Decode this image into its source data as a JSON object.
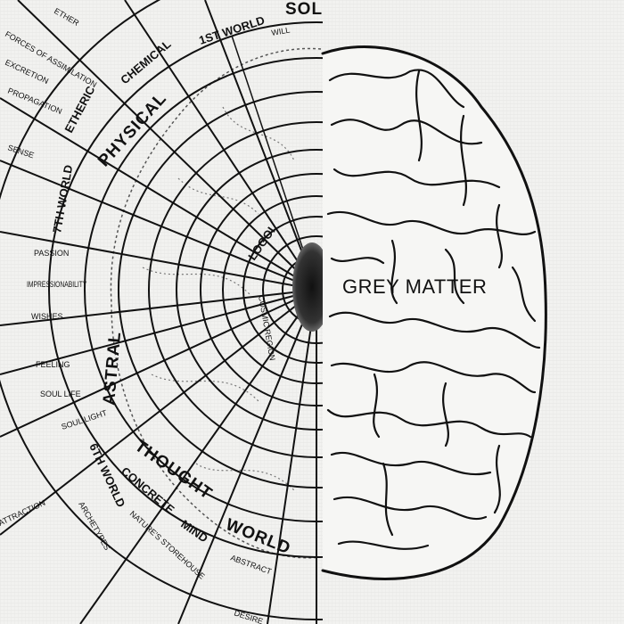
{
  "title": "GREY MATTER",
  "diagram_labels": {
    "first_world": "1ST WORLD",
    "will": "WILL",
    "sol": "SOL",
    "chemical": "CHEMICAL",
    "physical": "PHYSICAL",
    "etheric": "ETHERIC",
    "ether": "ETHER",
    "forces_of_assimilation": "FORCES OF ASSIMILATION",
    "excretion": "EXCRETION",
    "propagation": "PROPAGATION",
    "sense": "SENSE",
    "seventh_world": "7TH WORLD",
    "passion": "PASSION",
    "impressionability": "IMPRESSIONABILITY",
    "wishes": "WISHES",
    "feeling": "FEELING",
    "soul_life": "SOUL LIFE",
    "soul_light": "SOUL LIGHT",
    "astral": "ASTRAL",
    "sixth_world": "6TH WORLD",
    "concrete": "CONCRETE",
    "thought": "THOUGHT",
    "mind": "MIND",
    "world": "WORLD",
    "abstract": "ABSTRACT",
    "natures_storehouse": "NATURE'S STOREHOUSE",
    "archetypes": "ARCHETYPES",
    "desire": "DESIRE",
    "logoi": "LOGOI",
    "cosmic_region": "COSMIC REGION",
    "attraction": "ATTRACTION"
  }
}
